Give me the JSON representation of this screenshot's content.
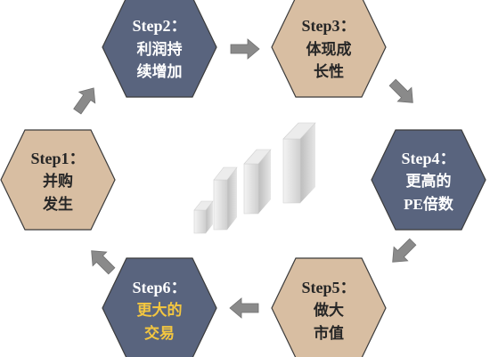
{
  "colors": {
    "hex_tan": "#d8bea2",
    "hex_navy": "#59647e",
    "hex_stroke": "#3b3b3b",
    "arrow": "#8a8a8a",
    "text_dark": "#262626",
    "text_light": "#ffffff",
    "text_highlight": "#f3c640"
  },
  "steps": [
    {
      "id": "step1",
      "title": "Step1：",
      "line1": "并购",
      "line2": "发生",
      "style": "tan"
    },
    {
      "id": "step2",
      "title": "Step2：",
      "line1": "利润持",
      "line2": "续增加",
      "style": "navy"
    },
    {
      "id": "step3",
      "title": "Step3：",
      "line1": "体现成",
      "line2": "长性",
      "style": "tan"
    },
    {
      "id": "step4",
      "title": "Step4：",
      "line1": "更高的",
      "line2": "PE倍数",
      "style": "navy"
    },
    {
      "id": "step5",
      "title": "Step5：",
      "line1": "做大",
      "line2": "市值",
      "style": "tan"
    },
    {
      "id": "step6",
      "title": "Step6：",
      "line1": "更大的",
      "line2": "交易",
      "style": "navy",
      "highlight": true
    }
  ],
  "center_icon": "growth-bars-icon",
  "arrow_icon": "block-arrow-icon"
}
